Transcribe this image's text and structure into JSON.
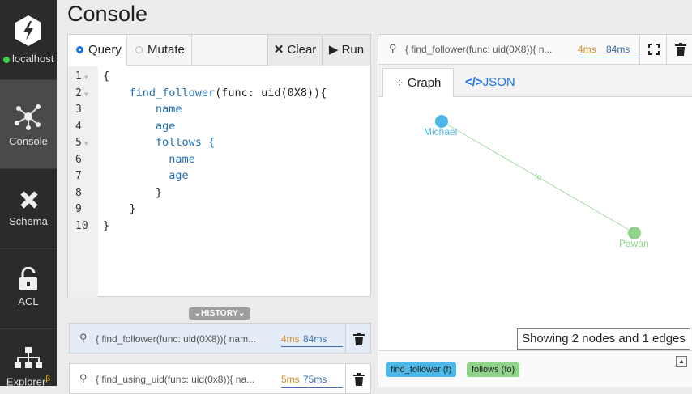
{
  "sidebar": {
    "server_label": "localhost",
    "items": [
      {
        "label": "Console"
      },
      {
        "label": "Schema"
      },
      {
        "label": "ACL"
      },
      {
        "label": "Explorer",
        "badge": "β"
      }
    ]
  },
  "page_title": "Console",
  "editor": {
    "tabs": {
      "query": "Query",
      "mutate": "Mutate"
    },
    "clear_label": "Clear",
    "run_label": "Run",
    "line_numbers": [
      "1",
      "2",
      "3",
      "4",
      "5",
      "6",
      "7",
      "8",
      "9",
      "10"
    ],
    "lines": [
      "{",
      "    find_follower(func: uid(0X8)){",
      "        name",
      "        age",
      "        follows {",
      "          name",
      "          age",
      "        }",
      "    }",
      "}"
    ]
  },
  "history": {
    "label": "HISTORY",
    "entries": [
      {
        "query": "{ find_follower(func: uid(0X8)){ nam...",
        "t1": "4ms",
        "t2": "84ms"
      },
      {
        "query": "{ find_using_uid(func: uid(0x8)){ na...",
        "t1": "5ms",
        "t2": "75ms"
      }
    ]
  },
  "result": {
    "query": "{ find_follower(func: uid(0X8)){ n...",
    "t1": "4ms",
    "t2": "84ms",
    "tabs": {
      "graph": "Graph",
      "json": "JSON"
    },
    "nodes": [
      {
        "label": "Michael",
        "color": "#4bb8e8"
      },
      {
        "label": "Pawan",
        "color": "#8fd48a"
      }
    ],
    "edge_label": "fo",
    "count_text": "Showing 2 nodes and 1 edges",
    "legend": [
      {
        "label": "find_follower (f)",
        "color": "#4bb8e8"
      },
      {
        "label": "follows (fo)",
        "color": "#8fd48a"
      }
    ]
  }
}
